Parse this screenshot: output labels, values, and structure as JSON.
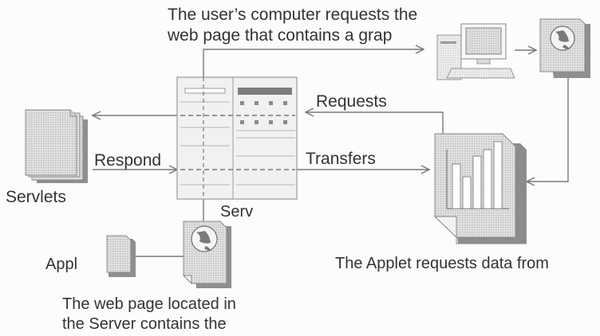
{
  "captions": {
    "top": [
      "The user’s computer requests the",
      "web page that contains a grap"
    ],
    "bottom": [
      "The web page located in",
      "the Server contains the"
    ]
  },
  "labels": {
    "requests": "Requests",
    "respond": "Respond",
    "transfers": "Transfers",
    "servlets": "Servlets",
    "server": "Serv",
    "applet": "Appl",
    "applet_requests": "The Applet requests data from"
  },
  "icons": {
    "servlets": "document-stack-icon",
    "server": "server-panel-icon",
    "user_computer": "desktop-computer-icon",
    "web_page_top": "globe-document-icon",
    "web_page_bottom": "globe-document-icon",
    "applet": "small-document-icon",
    "chart": "bar-chart-document-icon"
  },
  "colors": {
    "line": "#7a7a7a",
    "text": "#333333",
    "doc_fill": "#e6e6e6",
    "doc_shadow": "#9a9a9a",
    "panel_fill": "#f1f1f1"
  }
}
